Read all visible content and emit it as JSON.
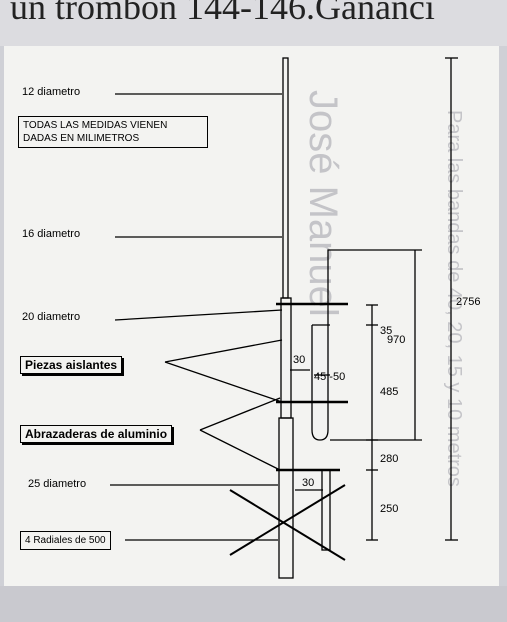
{
  "header": {
    "title_fragment": "un trombón 144-146.Gananci"
  },
  "notes": {
    "units_line1": "TODAS LAS MEDIDAS VIENEN",
    "units_line2": "DADAS EN MILIMETROS"
  },
  "labels": {
    "diam12": "12 diametro",
    "diam16": "16 diametro",
    "diam20": "20 diametro",
    "diam25": "25 diametro",
    "insulators": "Piezas aislantes",
    "clamps": "Abrazaderas de aluminio",
    "radials": "4 Radiales de 500"
  },
  "dimensions": {
    "d2756": "2756",
    "d970": "970",
    "d35": "35",
    "d30a": "30",
    "d45_50": "45 -50",
    "d485": "485",
    "d280": "280",
    "d30b": "30",
    "d250": "250"
  },
  "watermark": {
    "author": "José Manuel",
    "side_text": "Para las bandas de 40, 20, 15 y 10 metros"
  }
}
